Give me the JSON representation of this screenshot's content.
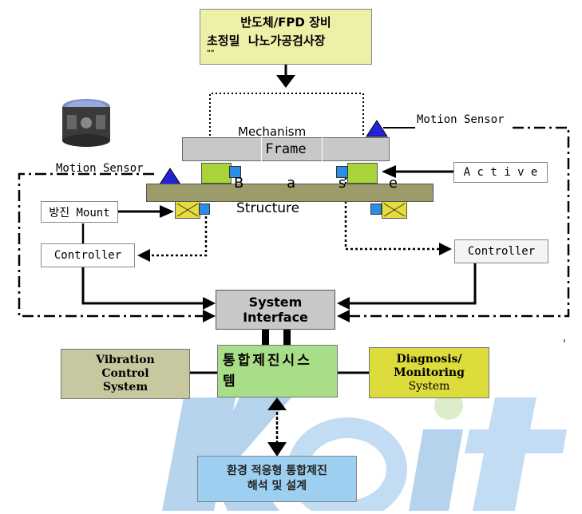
{
  "equipment_box": {
    "line1": "반도체/FPD 장비",
    "line2": "초정밀  나노가공검사장",
    "line3": "\"\""
  },
  "mechanism_label": "Mechanism",
  "frame_label": "Frame",
  "base_label": "B a s e",
  "structure_label": "Structure",
  "motion_sensor_left": "Motion Sensor",
  "motion_sensor_right": "Motion Sensor",
  "active_label": "A c t i v e",
  "mount_label": "방진 Mount",
  "controller_left": "Controller",
  "controller_right": "Controller",
  "system_interface": {
    "line1": "System",
    "line2": "Interface"
  },
  "vibration_box": {
    "line1": "Vibration",
    "line2": "Control",
    "line3": "System"
  },
  "integrated_box": {
    "line1": "통합제진시스",
    "line2": "템"
  },
  "diagnosis_box": {
    "line1": "Diagnosis/",
    "line2": "Monitoring",
    "line3": "System"
  },
  "environment_box": {
    "line1": "환경 적응형 통합제진",
    "line2": "해석 및 설계"
  },
  "watermark": "Keit",
  "colors": {
    "equipment": "#eef0a8",
    "frame": "#c8c8c8",
    "base": "#9c9c6a",
    "sensor": "#2323d6",
    "actuator_green": "#a8d43a",
    "actuator_blue": "#2a8ee6",
    "mount_yellow": "#e6dc3c",
    "vibration": "#c8c8a0",
    "integrated": "#a8de88",
    "diagnosis": "#dcdc3c",
    "watermark": "#6ba6de"
  }
}
